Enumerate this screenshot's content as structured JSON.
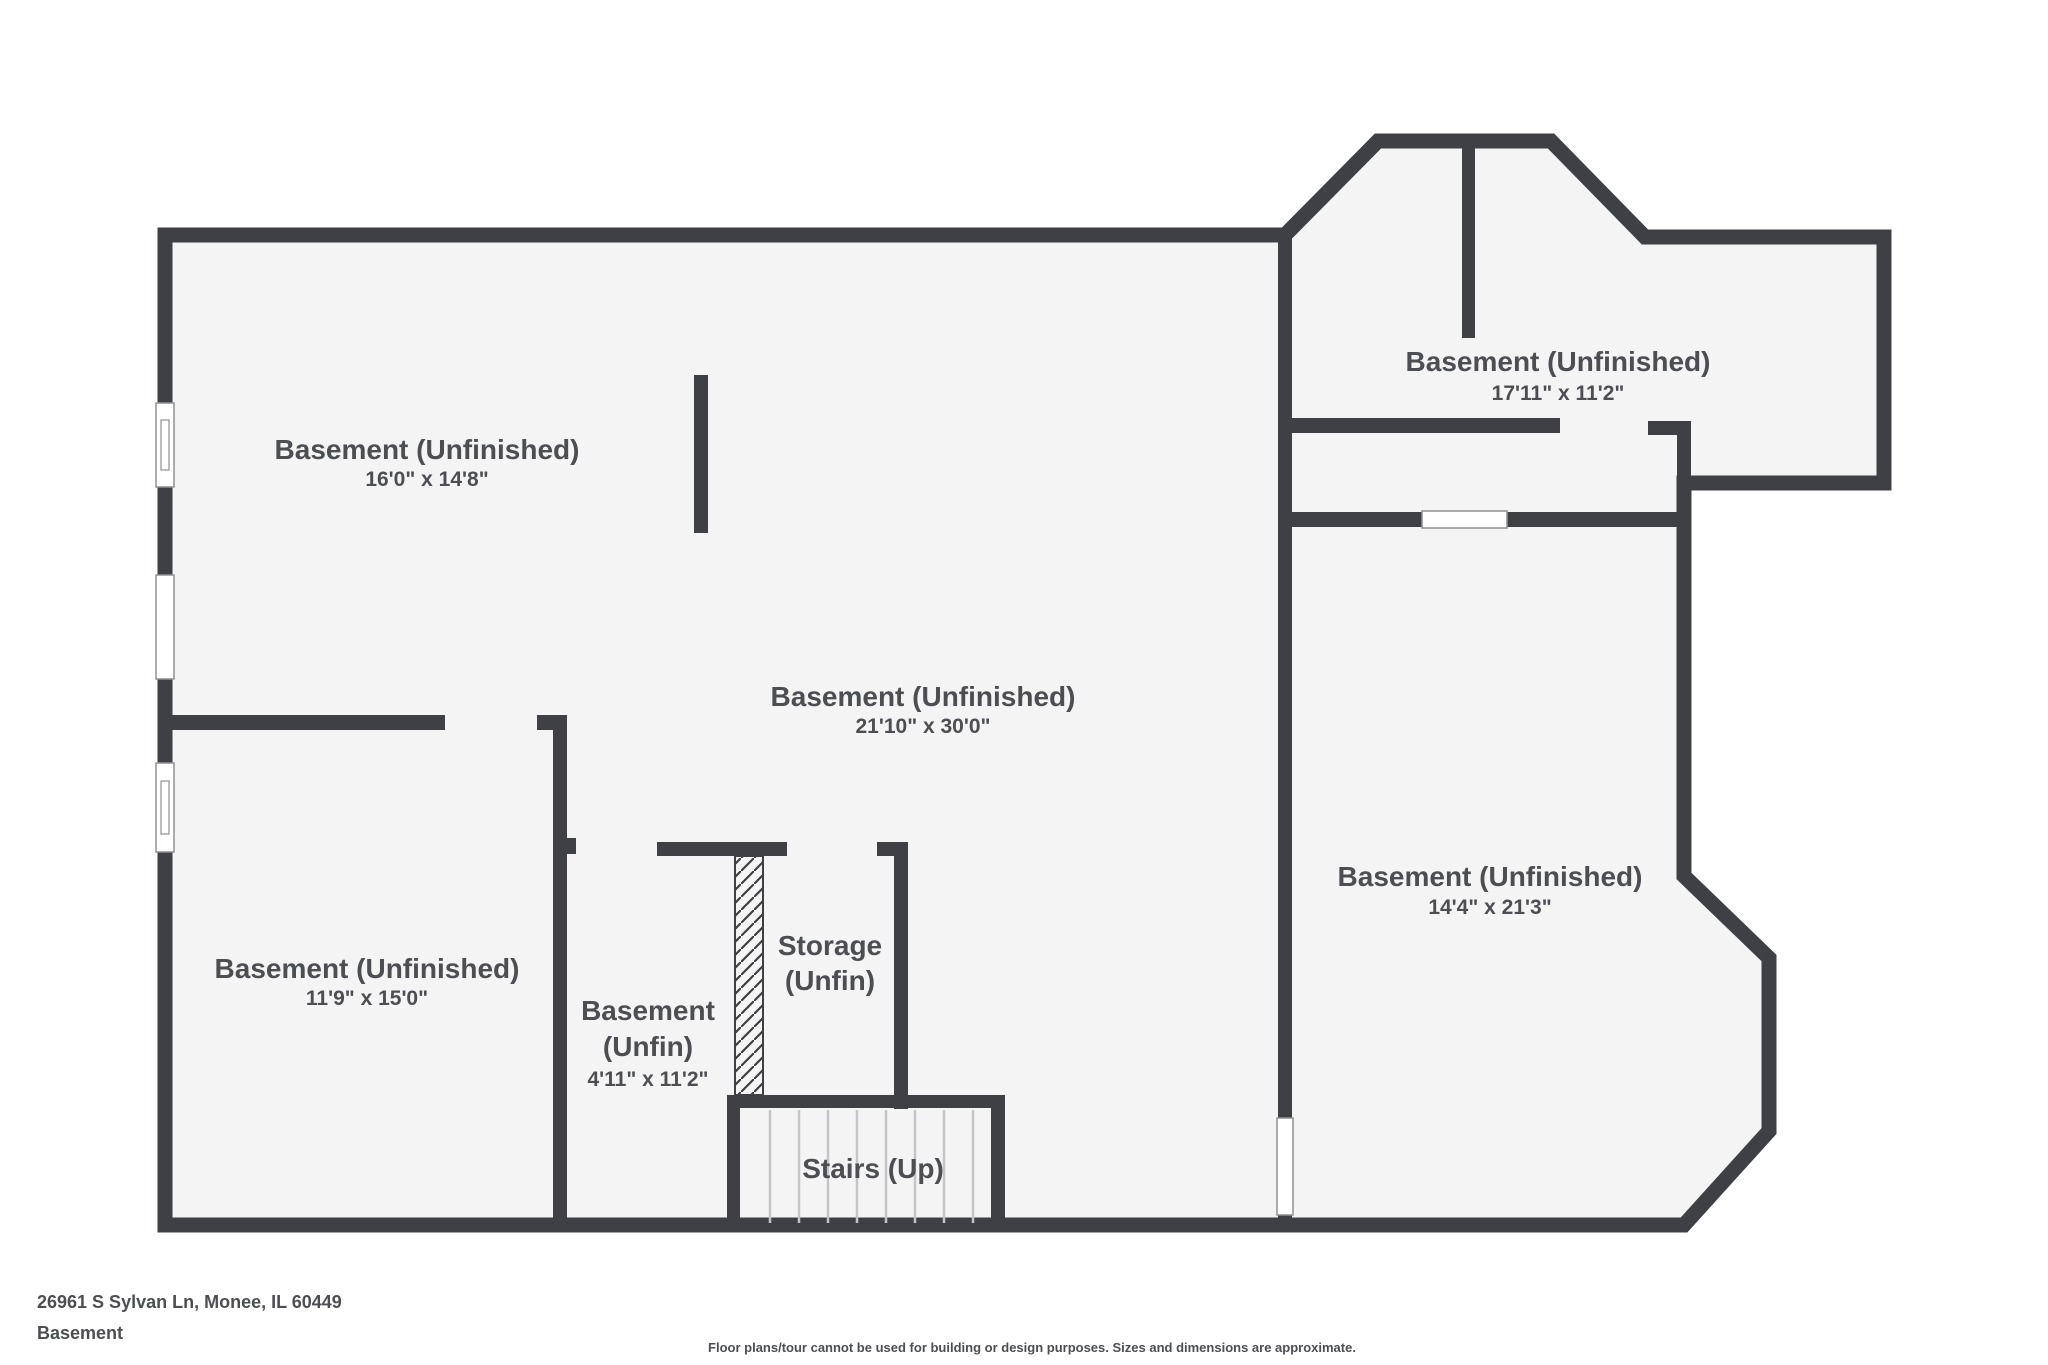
{
  "rooms": {
    "nw": {
      "name": "Basement (Unfinished)",
      "dims": "16'0\" x 14'8\""
    },
    "ne": {
      "name": "Basement (Unfinished)",
      "dims": "17'11\" x 11'2\""
    },
    "center": {
      "name": "Basement (Unfinished)",
      "dims": "21'10\" x 30'0\""
    },
    "east": {
      "name": "Basement (Unfinished)",
      "dims": "14'4\" x 21'3\""
    },
    "sw": {
      "name": "Basement (Unfinished)",
      "dims": "11'9\" x 15'0\""
    },
    "corridor": {
      "name": "Basement",
      "qualifier": "(Unfin)",
      "dims": "4'11\" x 11'2\""
    },
    "storage": {
      "name": "Storage",
      "qualifier": "(Unfin)"
    },
    "stairs": {
      "name": "Stairs (Up)"
    }
  },
  "footer": {
    "address": "26961 S Sylvan Ln, Monee, IL 60449",
    "floor_label": "Basement",
    "disclaimer": "Floor plans/tour cannot be used for building or design purposes. Sizes and dimensions are approximate."
  },
  "colors": {
    "wall": "#3e4043",
    "floor": "#f4f4f5",
    "text": "#4c4e51",
    "background": "#ffffff",
    "stair_tread": "#c4c5c7",
    "opening_frame": "#8f9092"
  }
}
